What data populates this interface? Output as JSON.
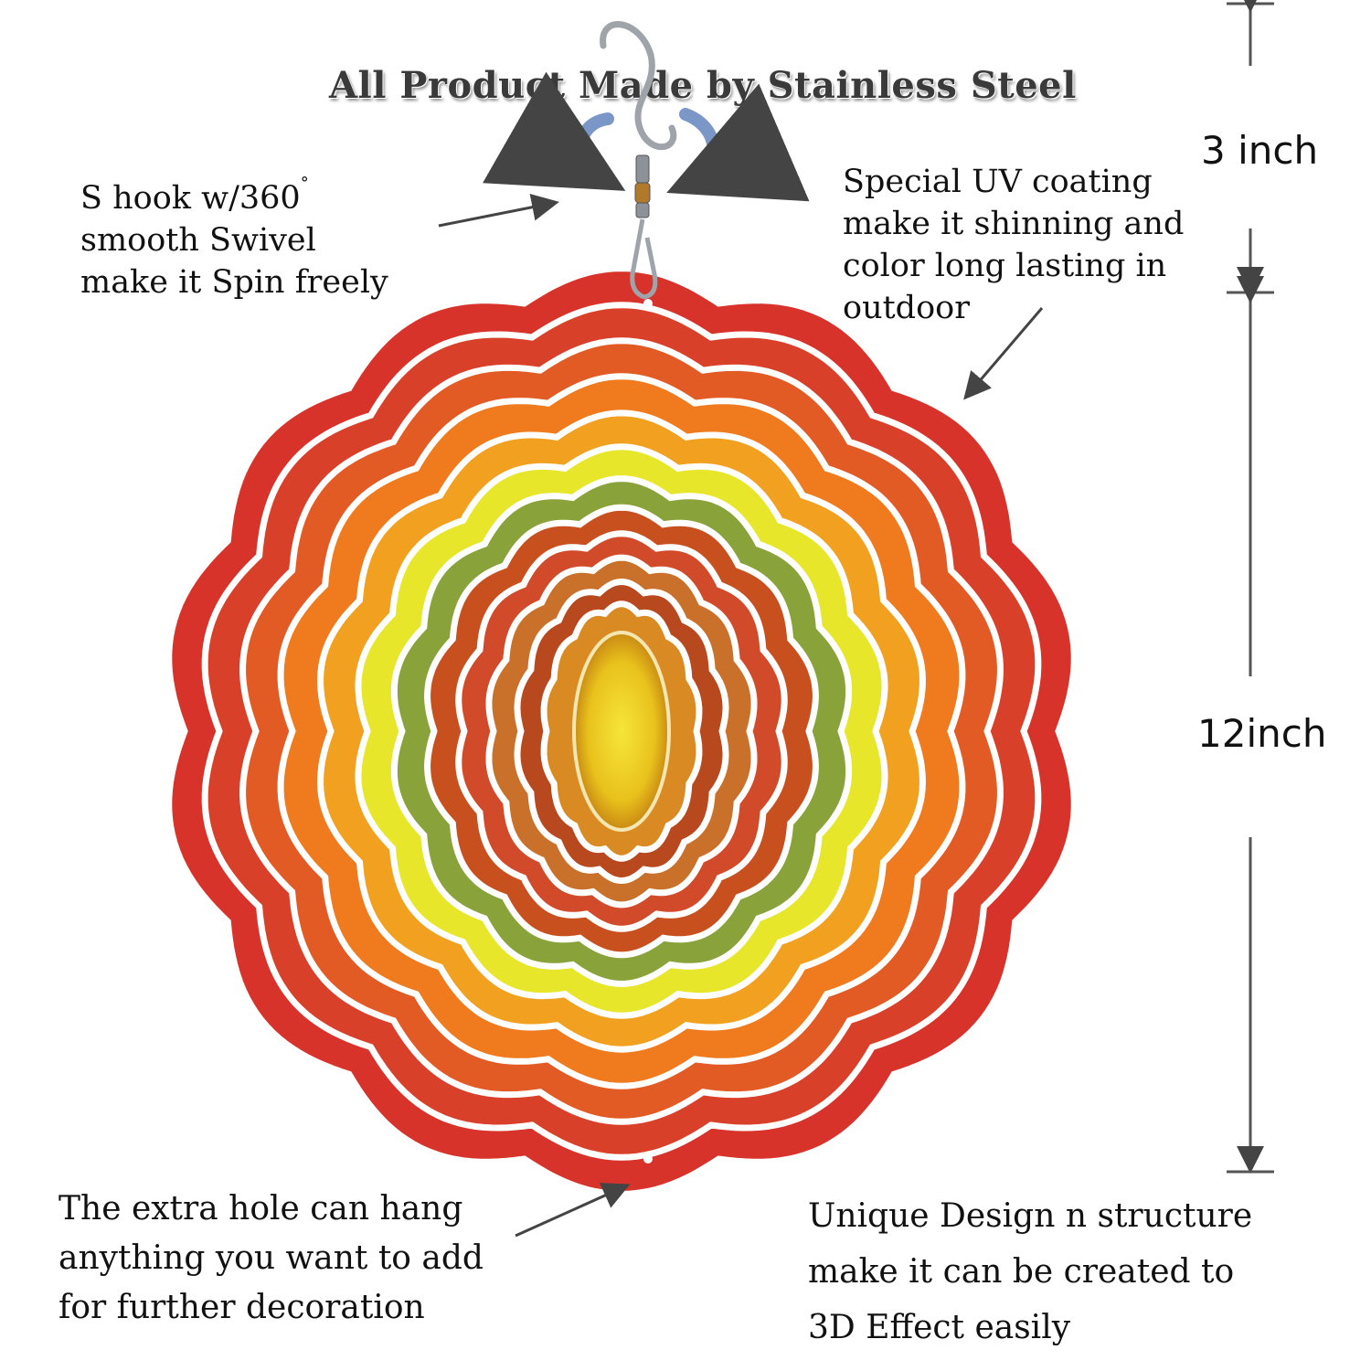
{
  "headline": "All Product Made by Stainless Steel",
  "callouts": {
    "hook": [
      "S hook w/360",
      "smooth Swivel",
      "make it Spin freely"
    ],
    "hook_degree": "°",
    "uv": [
      "Special UV coating",
      "make it shinning and",
      "color long lasting in",
      "outdoor"
    ],
    "hole": [
      "The extra hole can hang",
      "anything you want to add",
      "for further decoration"
    ],
    "design": [
      "Unique Design n structure",
      "make it can be created to",
      "3D Effect easily"
    ]
  },
  "dimensions": {
    "hook_length": "3 inch",
    "spinner_diameter": "12inch"
  },
  "colors": {
    "outer": "#d8332a",
    "orange": "#f07a1e",
    "yellow": "#e8e62a",
    "green": "#8aa23a",
    "center": "#f2d21e",
    "steel": "#a8aeb4"
  },
  "icons": [
    "s-hook-icon",
    "swivel-icon",
    "rotate-arrow-left-icon",
    "rotate-arrow-right-icon"
  ]
}
